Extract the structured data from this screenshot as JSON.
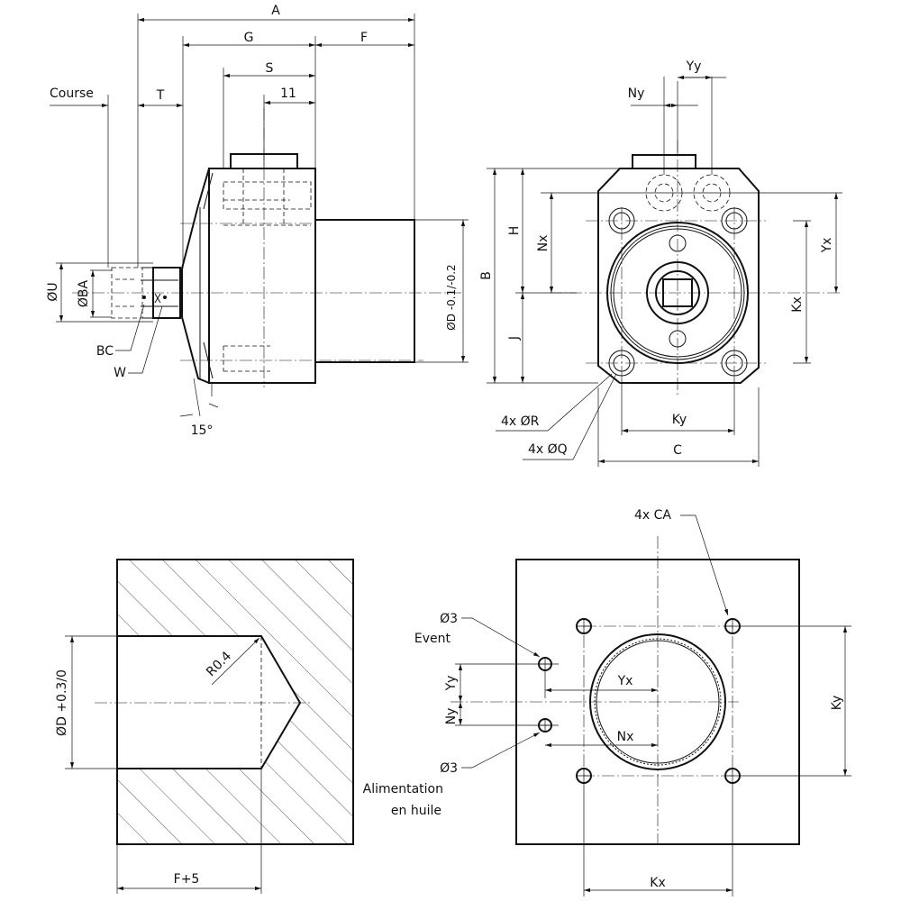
{
  "labels": {
    "A": "A",
    "G": "G",
    "F": "F",
    "S": "S",
    "eleven": "11",
    "T": "T",
    "course": "Course",
    "U": "ØU",
    "BA": "ØBA",
    "BC": "BC",
    "W": "W",
    "angle": "15°",
    "D_tol": "ØD -0.1/-0.2",
    "Yy": "Yy",
    "Ny": "Ny",
    "B": "B",
    "H": "H",
    "J": "J",
    "Nx": "Nx",
    "Yx": "Yx",
    "Kx": "Kx",
    "Ky": "Ky",
    "C": "C",
    "R": "4x ØR",
    "Q": "4x ØQ",
    "D_bore": "ØD +0.3/0",
    "R04": "R0.4",
    "F5": "F+5",
    "CA": "4x CA",
    "vent_dia": "Ø3",
    "vent": "Event",
    "oil_dia": "Ø3",
    "oil1": "Alimentation",
    "oil2": "en huile",
    "Yy2": "Yy",
    "Ny2": "Ny",
    "Yx2": "Yx",
    "Nx2": "Nx",
    "Ky2": "Ky",
    "Kx2": "Kx"
  }
}
